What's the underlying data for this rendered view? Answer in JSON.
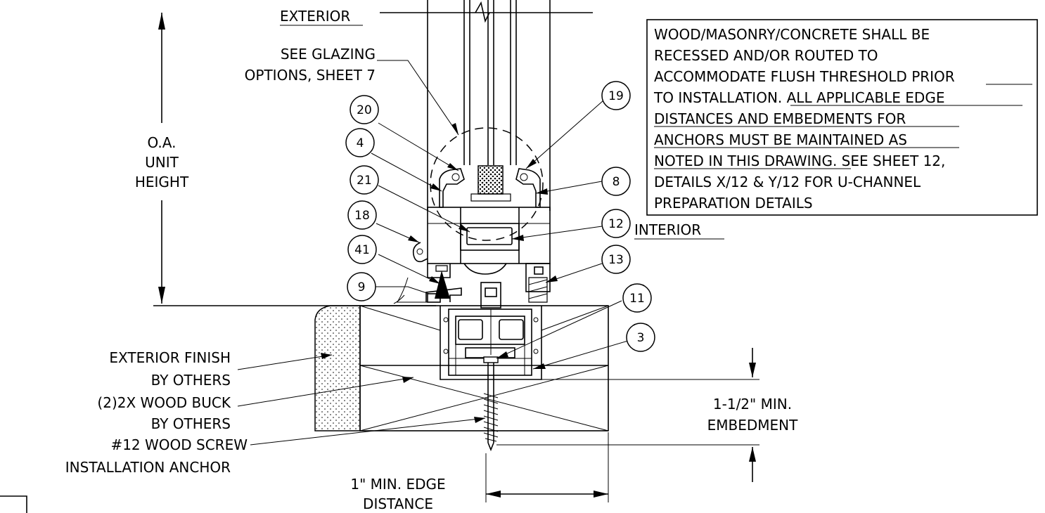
{
  "labels": {
    "exterior": "EXTERIOR",
    "interior": "INTERIOR",
    "glazing_line1": "SEE GLAZING",
    "glazing_line2": "OPTIONS, SHEET 7",
    "oa_line1": "O.A.",
    "oa_line2": "UNIT",
    "oa_line3": "HEIGHT",
    "finish_line1": "EXTERIOR FINISH",
    "finish_line2": "BY OTHERS",
    "buck_line1": "(2)2X WOOD BUCK",
    "buck_line2": "BY OTHERS",
    "screw_line1": "#12 WOOD SCREW",
    "screw_line2": "INSTALLATION ANCHOR",
    "embed_line1": "1-1/2\" MIN.",
    "embed_line2": "EMBEDMENT",
    "edge_line1": "1\" MIN. EDGE",
    "edge_line2": "DISTANCE"
  },
  "note": {
    "line1": "WOOD/MASONRY/CONCRETE SHALL BE",
    "line2": "RECESSED AND/OR ROUTED TO",
    "line3a": "ACCOMMODATE FLUSH THRESHOLD ",
    "line3b": "PRIOR",
    "line4a": "TO INSTALLATION. ",
    "line4b": "ALL APPLICABLE EDGE",
    "line5": "DISTANCES AND EMBEDMENTS FOR",
    "line6": "ANCHORS MUST BE MAINTAINED AS",
    "line7a": "NOTED IN THIS DRAWING.",
    "line7b": " SEE SHEET 12,",
    "line8": "DETAILS X/12 & Y/12 FOR U-CHANNEL",
    "line9": "PREPARATION DETAILS"
  },
  "callouts": [
    "20",
    "4",
    "21",
    "18",
    "41",
    "9",
    "19",
    "8",
    "12",
    "13",
    "11",
    "3"
  ]
}
